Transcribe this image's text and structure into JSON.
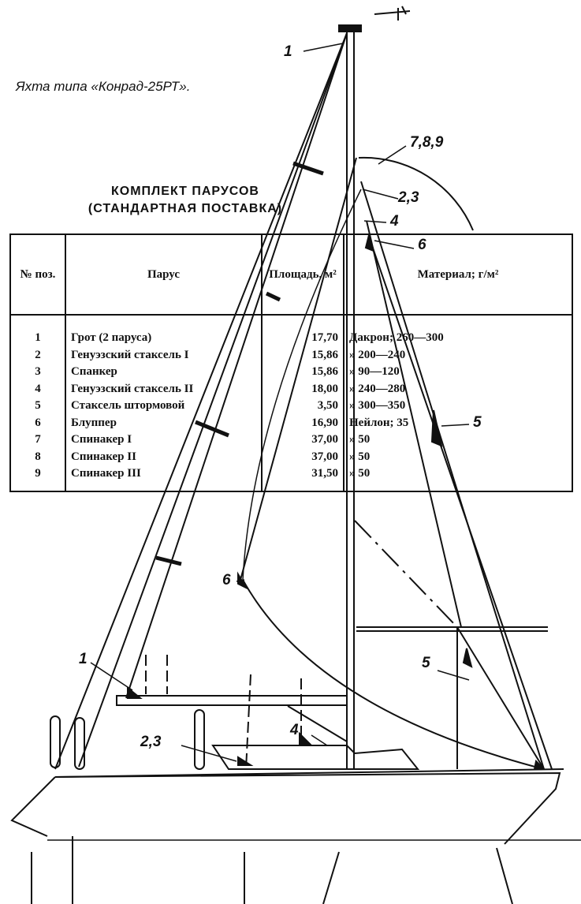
{
  "caption": "Яхта типа «Конрад-25РТ».",
  "heading": [
    "КОМПЛЕКТ ПАРУСОВ",
    "(СТАНДАРТНАЯ ПОСТАВКА)"
  ],
  "table": {
    "headers": {
      "num": "№ поз.",
      "sail": "Парус",
      "area": "Площадь, м²",
      "material": "Материал; г/м²"
    },
    "rows": [
      {
        "num": "1",
        "sail": "Грот (2 паруса)",
        "area": "17,70",
        "material": "Дакрон; 260—300"
      },
      {
        "num": "2",
        "sail": "Генуэзский стаксель I",
        "area": "15,86",
        "material": "» 200—240"
      },
      {
        "num": "3",
        "sail": "Спанкер",
        "area": "15,86",
        "material": "» 90—120"
      },
      {
        "num": "4",
        "sail": "Генуэзский стаксель II",
        "area": "18,00",
        "material": "» 240—280"
      },
      {
        "num": "5",
        "sail": "Стаксель штормовой",
        "area": "3,50",
        "material": "» 300—350"
      },
      {
        "num": "6",
        "sail": "Блуппер",
        "area": "16,90",
        "material": "Нейлон; 35"
      },
      {
        "num": "7",
        "sail": "Спинакер I",
        "area": "37,00",
        "material": "» 50"
      },
      {
        "num": "8",
        "sail": "Спинакер II",
        "area": "37,00",
        "material": "» 50"
      },
      {
        "num": "9",
        "sail": "Спинакер III",
        "area": "31,50",
        "material": "» 50"
      }
    ]
  },
  "labels": {
    "l1a": "1",
    "l789": "7,8,9",
    "l23a": "2,3",
    "l4a": "4",
    "l6a": "6",
    "l5a": "5",
    "l6b": "6",
    "l1b": "1",
    "l5b": "5",
    "l23b": "2,3",
    "l4b": "4"
  }
}
